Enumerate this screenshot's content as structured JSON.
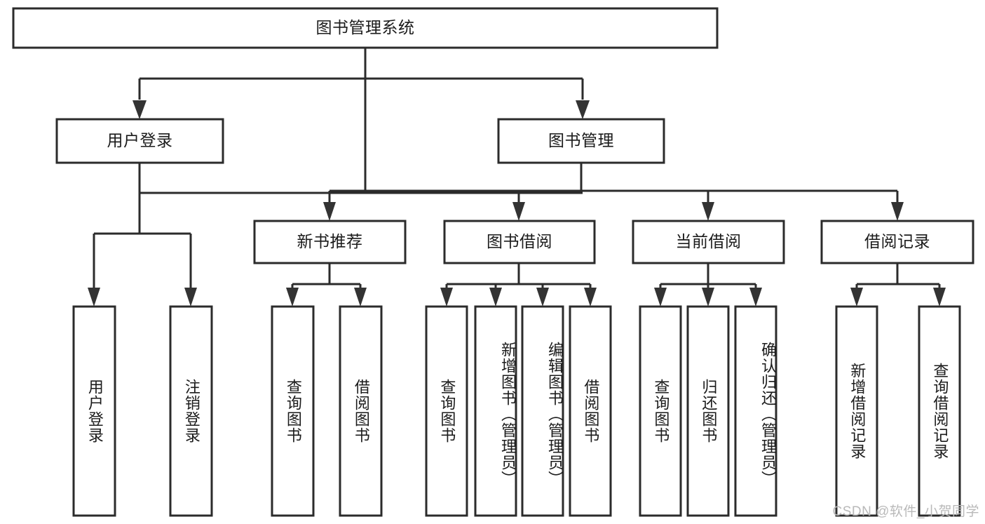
{
  "diagram": {
    "title": "图书管理系统",
    "type": "tree",
    "colors": {
      "box_fill": "#ffffff",
      "box_stroke": "#2b2b2b",
      "connector": "#2b2b2b",
      "arrow": "#333333",
      "text": "#1b1b1b",
      "watermark": "#b9b9b9",
      "background": "#ffffff"
    },
    "root": {
      "label": "图书管理系统"
    },
    "level2": [
      {
        "label": "用户登录"
      },
      {
        "label": "图书管理"
      }
    ],
    "level3": [
      {
        "label": "新书推荐"
      },
      {
        "label": "图书借阅"
      },
      {
        "label": "当前借阅"
      },
      {
        "label": "借阅记录"
      }
    ],
    "leaves": {
      "user_login": [
        {
          "label": "用户登录"
        },
        {
          "label": "注销登录"
        }
      ],
      "new_book_recommend": [
        {
          "label": "查询图书"
        },
        {
          "label": "借阅图书"
        }
      ],
      "book_borrow": [
        {
          "label": "查询图书"
        },
        {
          "label": "新增图书（管理员）"
        },
        {
          "label": "编辑图书（管理员）"
        },
        {
          "label": "借阅图书"
        }
      ],
      "current_borrow": [
        {
          "label": "查询图书"
        },
        {
          "label": "归还图书"
        },
        {
          "label": "确认归还（管理员）"
        }
      ],
      "borrow_record": [
        {
          "label": "新增借阅记录"
        },
        {
          "label": "查询借阅记录"
        }
      ]
    }
  },
  "watermark": {
    "text": "CSDN @软件_小贺同学"
  }
}
